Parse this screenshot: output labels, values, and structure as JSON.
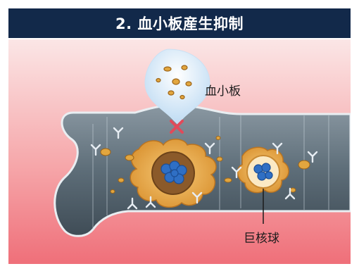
{
  "header": {
    "title": "2. 血小板産生抑制"
  },
  "labels": {
    "platelet": "血小板",
    "megakaryocyte": "巨核球"
  },
  "icons": [
    "cross-mark-icon"
  ],
  "colors": {
    "header_bg": "#12294a",
    "background_pink": "#f27b84",
    "vessel_gray": "#4f5f6b",
    "cell_orange": "#e8a84a",
    "nucleus_blue": "#2f6fc4",
    "cross_red": "#e14a5a"
  }
}
